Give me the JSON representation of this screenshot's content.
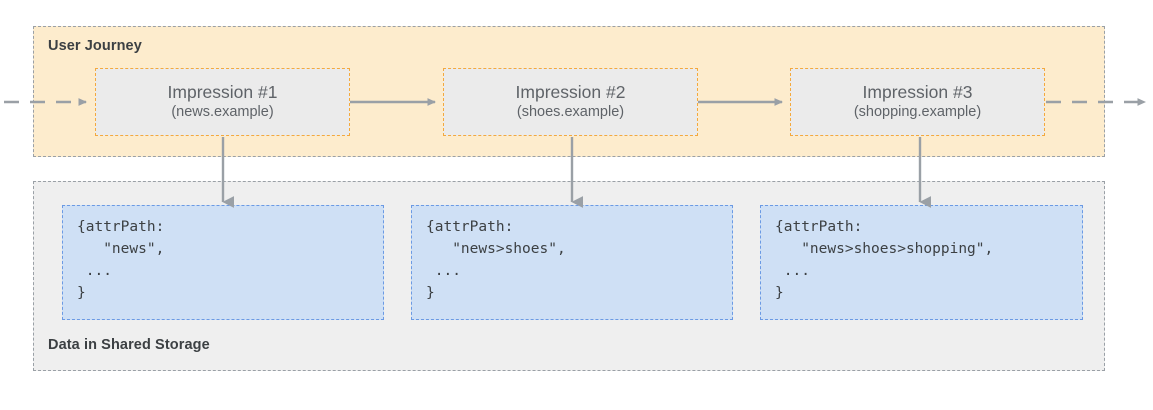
{
  "diagram": {
    "journey": {
      "label": "User Journey",
      "background_color": "#fdeccd",
      "border_color": "#9aa0a6",
      "impressions": [
        {
          "title": "Impression #1",
          "site": "(news.example)"
        },
        {
          "title": "Impression #2",
          "site": "(shoes.example)"
        },
        {
          "title": "Impression #3",
          "site": "(shopping.example)"
        }
      ]
    },
    "storage": {
      "label": "Data in Shared Storage",
      "background_color": "#efefef",
      "border_color": "#9aa0a6",
      "box_color": "#cfe0f5",
      "box_border_color": "#6b9ae4",
      "records": [
        {
          "code": "{attrPath:\n   \"news\",\n ...\n}"
        },
        {
          "code": "{attrPath:\n   \"news>shoes\",\n ...\n}"
        },
        {
          "code": "{attrPath:\n   \"news>shoes>shopping\",\n ...\n}"
        }
      ]
    },
    "colors": {
      "impression_fill": "#ebebeb",
      "impression_border": "#f4a93d",
      "arrow": "#9aa0a6",
      "text": "#5f6368",
      "label_text": "#3c4043"
    }
  }
}
